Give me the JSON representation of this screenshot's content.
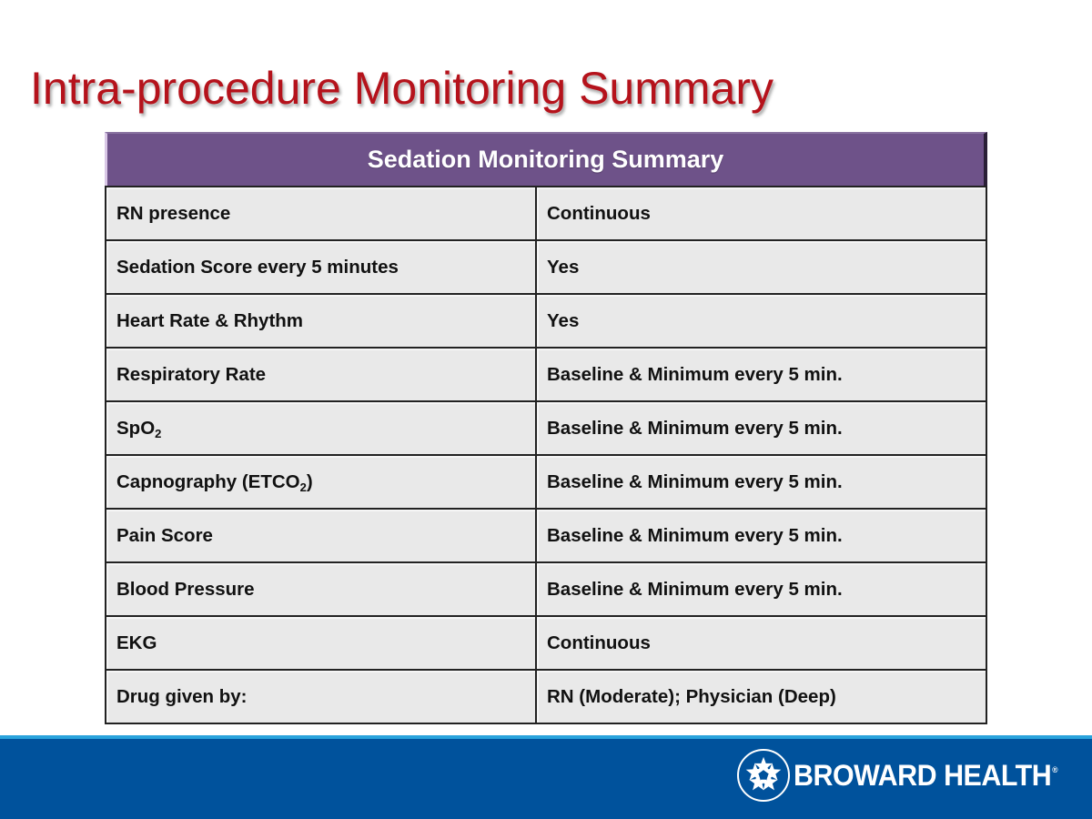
{
  "slide": {
    "title": "Intra-procedure Monitoring Summary",
    "title_color": "#b5121b"
  },
  "table": {
    "header": "Sedation Monitoring Summary",
    "header_color": "#6e5289",
    "rows": [
      {
        "label": "RN presence",
        "value": "Continuous"
      },
      {
        "label": "Sedation Score every 5 minutes",
        "value": "Yes"
      },
      {
        "label": "Heart Rate & Rhythm",
        "value": "Yes"
      },
      {
        "label": "Respiratory Rate",
        "value": "Baseline & Minimum every 5 min."
      },
      {
        "label": "SpO",
        "label_sub": "2",
        "label_after": "",
        "value": "Baseline & Minimum every 5 min."
      },
      {
        "label": "Capnography (ETCO",
        "label_sub": "2",
        "label_after": ")",
        "value": "Baseline & Minimum every 5 min."
      },
      {
        "label": "Pain Score",
        "value": "Baseline & Minimum every 5 min."
      },
      {
        "label": "Blood Pressure",
        "value": "Baseline & Minimum every 5 min."
      },
      {
        "label": "EKG",
        "value": "Continuous"
      },
      {
        "label": "Drug given by:",
        "value": "RN (Moderate); Physician (Deep)"
      }
    ]
  },
  "footer": {
    "brand": "BROWARD HEALTH",
    "brand_mark": "®",
    "logo_icon": "star-cluster-icon",
    "bar_color": "#00529c",
    "accent_color": "#2aa3dc"
  }
}
